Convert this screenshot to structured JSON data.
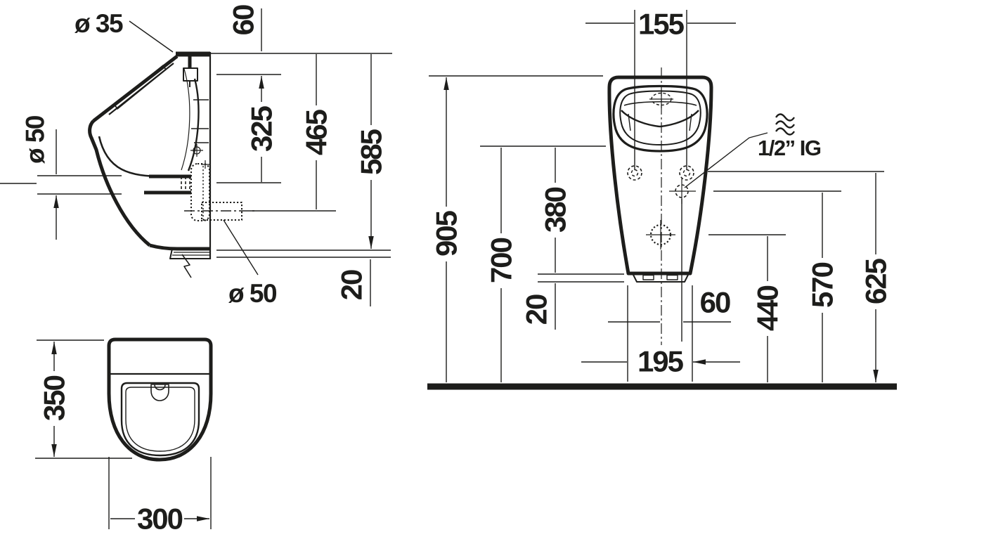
{
  "colors": {
    "ink": "#1d1d1b",
    "paper": "#ffffff"
  },
  "views": {
    "side": {
      "labels": {
        "spreader_hole_dia": "ø 35",
        "top_to_rim": "60",
        "rim_to_inlet": "325",
        "top_to_outlet": "465",
        "top_to_bottom": "585",
        "bottom_gap": "20",
        "inlet_pipe_dia": "ø 50",
        "outlet_pipe_dia": "ø 50"
      }
    },
    "plan": {
      "labels": {
        "depth": "350",
        "width": "300"
      }
    },
    "front": {
      "labels": {
        "fixing_hole_spacing": "155",
        "height_overall": "905",
        "height_rim": "700",
        "body_height": "380",
        "foot_gap": "20",
        "supply_offset": "60",
        "base_width": "195",
        "height_outlet": "440",
        "height_supply": "570",
        "height_fixing": "625",
        "supply_thread": "1/2” IG"
      }
    }
  }
}
